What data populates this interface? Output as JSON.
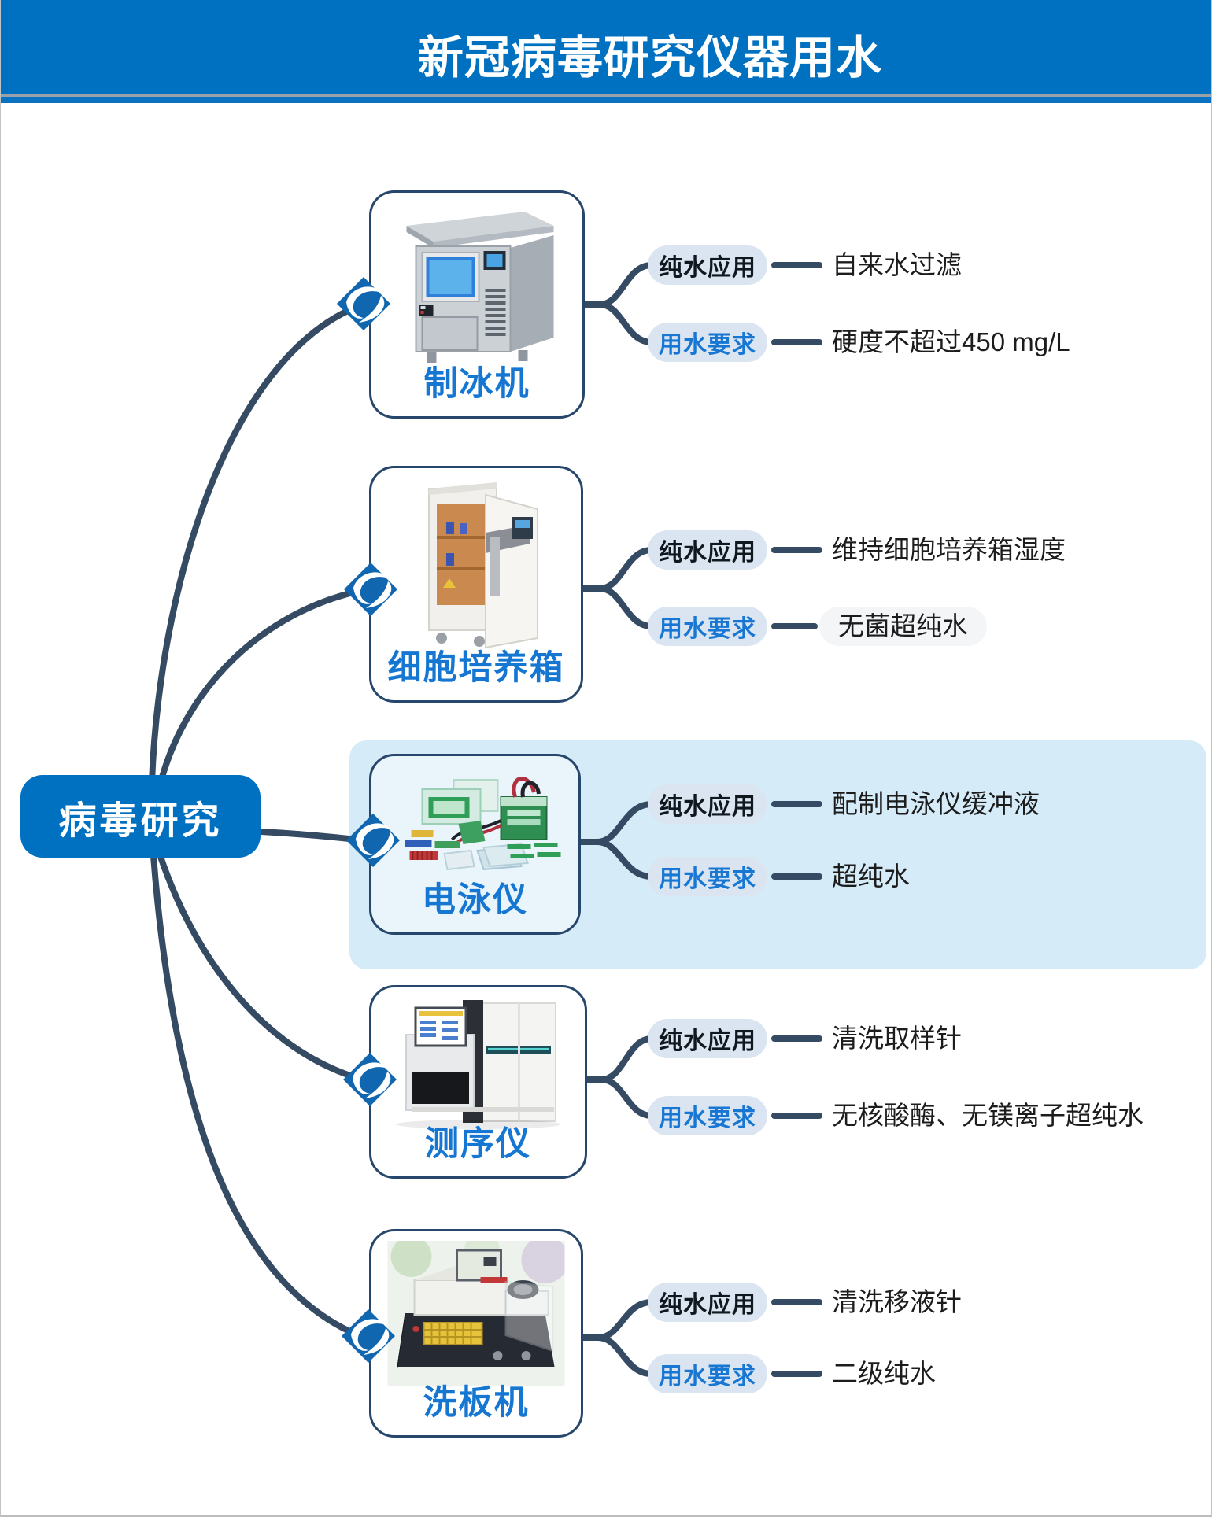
{
  "title": "新冠病毒研究仪器用水",
  "root": {
    "label": "病毒研究"
  },
  "pill_labels": {
    "pure": "纯水应用",
    "requirement": "用水要求"
  },
  "branches": [
    {
      "device": "制冰机",
      "icon": "ice-machine",
      "pure_label": "纯水应用",
      "pure_desc": "自来水过滤",
      "req_label": "用水要求",
      "req_desc": "硬度不超过450 mg/L"
    },
    {
      "device": "细胞培养箱",
      "icon": "cell-incubator",
      "pure_label": "纯水应用",
      "pure_desc": "维持细胞培养箱湿度",
      "req_label": "用水要求",
      "req_desc": "无菌超纯水"
    },
    {
      "device": "电泳仪",
      "icon": "electrophoresis",
      "pure_label": "纯水应用",
      "pure_desc": "配制电泳仪缓冲液",
      "req_label": "用水要求",
      "req_desc": "超纯水",
      "highlighted": true
    },
    {
      "device": "测序仪",
      "icon": "sequencer",
      "pure_label": "纯水应用",
      "pure_desc": "清洗取样针",
      "req_label": "用水要求",
      "req_desc": "无核酸酶、无镁离子超纯水"
    },
    {
      "device": "洗板机",
      "icon": "plate-washer",
      "pure_label": "纯水应用",
      "pure_desc": "清洗移液针",
      "req_label": "用水要求",
      "req_desc": "二级纯水"
    }
  ],
  "colors": {
    "header_blue": "#0070c0",
    "accent_blue": "#1777d3",
    "wire": "#354a63",
    "pill_bg": "#dbe5f1",
    "highlight_band": "#d6ebf8",
    "diamond_blue": "#1166b0",
    "box_border": "#26466b"
  }
}
